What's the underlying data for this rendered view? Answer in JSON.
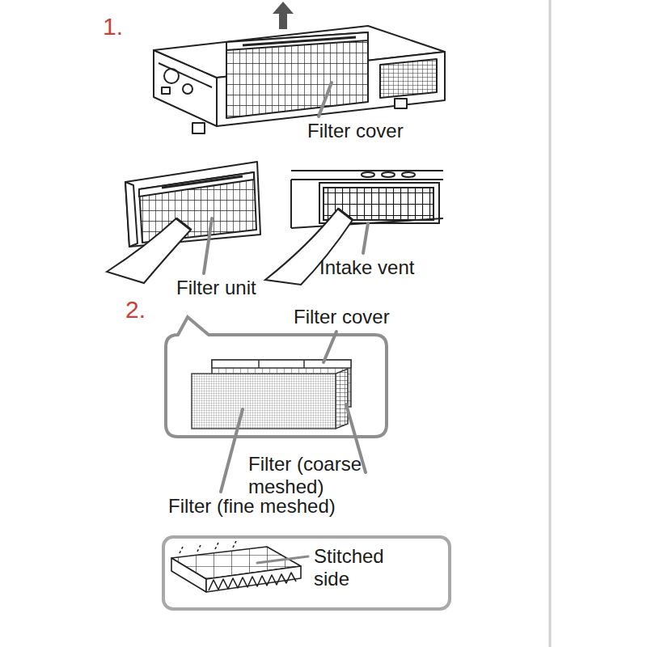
{
  "diagram": {
    "nodes": [
      {
        "text": [
          "Stitched side"
        ]
      }
    ],
    "labels": [
      "1.",
      "Filter cover",
      "Filter unit",
      "Intake vent",
      "2.",
      "Filter cover",
      "Filter (coarse meshed)",
      "Filter (fine meshed)"
    ]
  }
}
